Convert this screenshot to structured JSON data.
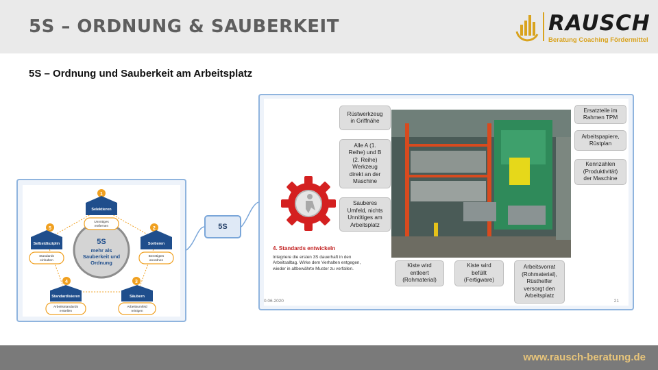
{
  "header": {
    "title": "5S – ORDNUNG & SAUBERKEIT"
  },
  "logo": {
    "name": "RAUSCH",
    "tagline": "Beratung Coaching Fördermittel",
    "icon": "bar-chart-circle-icon"
  },
  "subtitle": "5S – Ordnung und Sauberkeit am Arbeitsplatz",
  "mindmap": {
    "center_node": "5S",
    "cycle": {
      "center_title": "5S",
      "center_lines": [
        "mehr als",
        "Sauberkeit und",
        "Ordnung"
      ],
      "steps": [
        {
          "num": "1",
          "title": "Selektieren",
          "desc": [
            "Unnötiges",
            "entfernen"
          ]
        },
        {
          "num": "2",
          "title": "Sortieren",
          "desc": [
            "Benötigtes",
            "anordnen"
          ]
        },
        {
          "num": "3",
          "title": "Säubern",
          "desc": [
            "Arbeitsumfeld",
            "reinigen"
          ]
        },
        {
          "num": "4",
          "title": "Standardisieren",
          "desc": [
            "Arbeitsstandards",
            "erstellen"
          ]
        },
        {
          "num": "5",
          "title": "Selbstdisziplin",
          "desc": [
            "Standards",
            "einhalten"
          ]
        }
      ]
    }
  },
  "slide": {
    "callouts": {
      "rustwerkzeug": [
        "Rüstwerkzeug",
        "in Griffnähe"
      ],
      "werkzeug": [
        "Alle A (1.",
        "Reihe) und B",
        "(2. Reihe)",
        "Werkzeug",
        "direkt an der",
        "Maschine"
      ],
      "umfeld": [
        "Sauberes",
        "Umfeld, nichts",
        "Unnötiges am",
        "Arbeitsplatz"
      ],
      "ersatzteile": [
        "Ersatzteile im",
        "Rahmen TPM"
      ],
      "papiere": [
        "Arbeitspapiere,",
        "Rüstplan"
      ],
      "kennzahlen": [
        "Kennzahlen",
        "(Produktivität)",
        "der Maschine"
      ],
      "kiste_leer": [
        "Kiste wird",
        "entleert",
        "(Rohmaterial)"
      ],
      "kiste_voll": [
        "Kiste wird",
        "befüllt",
        "(Fertigware)"
      ],
      "vorrat": [
        "Arbeitsvorrat",
        "(Rohmaterial),",
        "Rüsthelfer",
        "versorgt den",
        "Arbeitsplatz"
      ]
    },
    "step_heading": "4.   Standards entwickeln",
    "step_body": "Integriere die ersten 3S dauerhaft in den Arbeitsalltag. Wirke dem Verhalten entgegen, wieder in altbewährte Muster zu verfallen.",
    "date": "0.06.2020",
    "page": "21"
  },
  "footer": {
    "url": "www.rausch-beratung.de"
  },
  "colors": {
    "accent": "#d9a31e",
    "navy": "#1f4e8c",
    "badge": "#f0a020",
    "frame": "#8fb4de",
    "gear_red": "#d42020"
  }
}
